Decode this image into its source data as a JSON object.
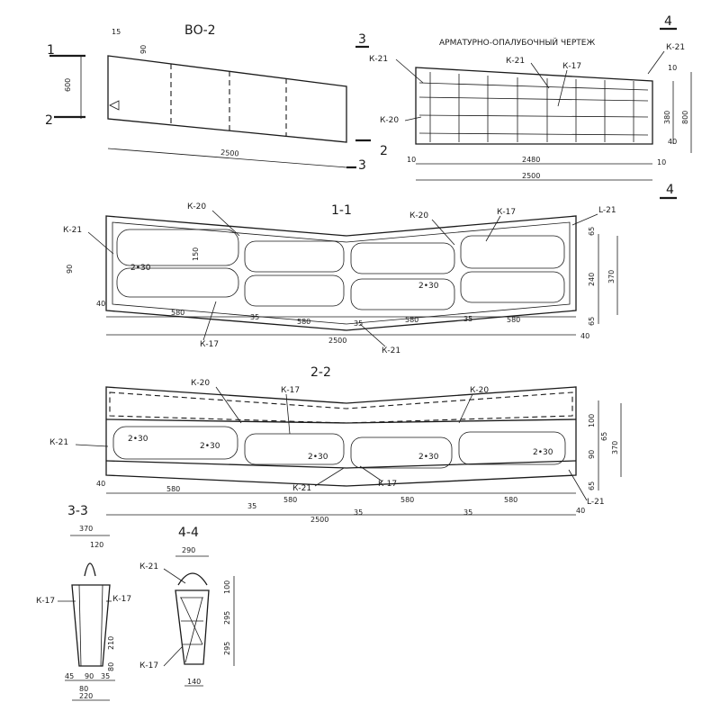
{
  "drawing": {
    "title": "ВО-2",
    "subtitle": "АРМАТУРНО-ОПАЛУБОЧНЫЙ ЧЕРТЕЖ"
  },
  "section_labels": {
    "s1": "1",
    "s2": "2",
    "s3": "3",
    "s4": "4",
    "sec11": "1-1",
    "sec22": "2-2",
    "sec33": "3-3",
    "sec44": "4-4"
  },
  "marks": {
    "k17": "К-17",
    "k20": "К-20",
    "k21": "К-21",
    "l21": "L-21",
    "r30": "2•30"
  },
  "dims": {
    "d15": "15",
    "d90": "90",
    "d600": "600",
    "d2500": "2500",
    "d2480": "2480",
    "d10": "10",
    "d40": "40",
    "d370": "370",
    "d380": "380",
    "d800": "800",
    "d150": "150",
    "d580": "580",
    "d35": "35",
    "d65": "65",
    "d240": "240",
    "d100": "100",
    "d290": "290",
    "d295": "295",
    "d120": "120",
    "d210": "210",
    "d45": "45",
    "d80": "80",
    "d220": "220",
    "d140": "140"
  }
}
